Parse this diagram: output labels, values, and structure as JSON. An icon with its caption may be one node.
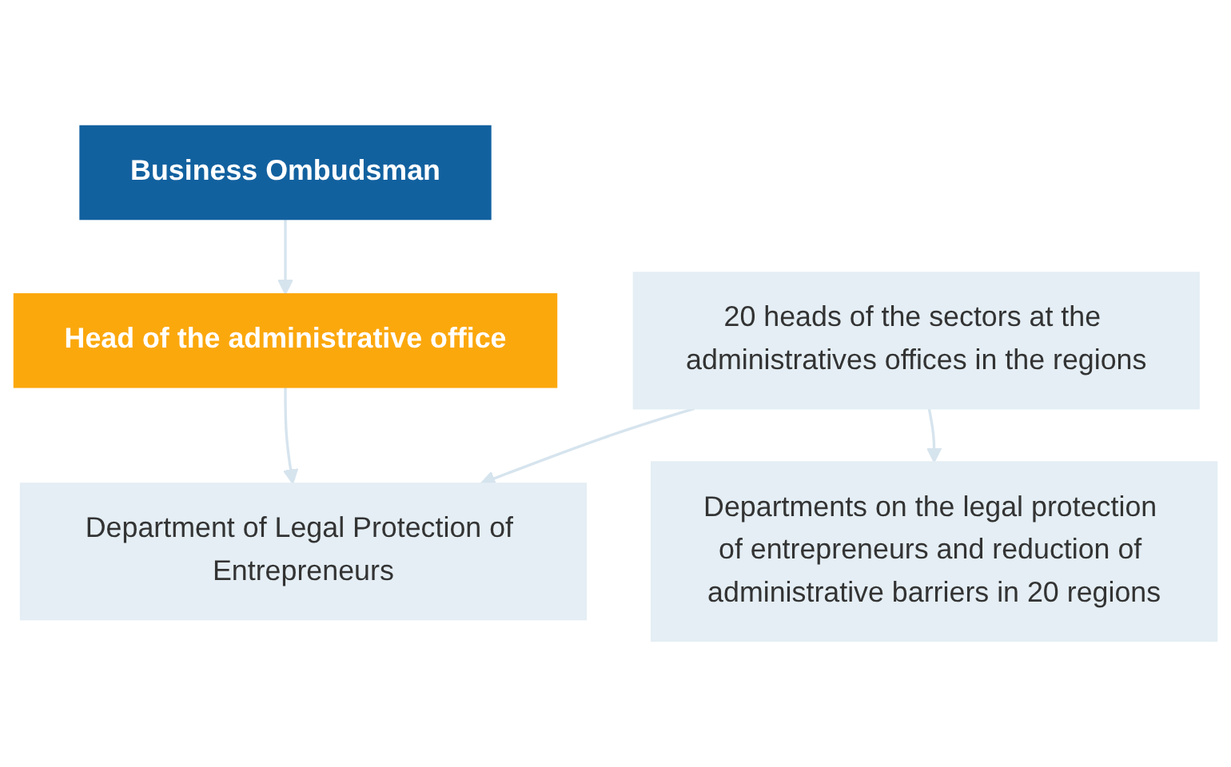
{
  "diagram": {
    "nodes": [
      {
        "text": [
          "Business Ombudsman"
        ]
      },
      {
        "text": [
          "Head of the administrative office"
        ]
      },
      {
        "text": [
          "Department of Legal Protection of Entrepreneurs"
        ]
      },
      {
        "text": [
          "20 heads of the sectors at the administratives offices in the regions"
        ]
      },
      {
        "text": [
          "Departments on the legal protection of entrepreneurs and reduction of administrative barriers in 20 regions"
        ]
      }
    ],
    "edges": [
      {
        "from": 0,
        "to": 1,
        "arrow": "to"
      },
      {
        "from": 1,
        "to": 2,
        "arrow": "to"
      },
      {
        "from": 3,
        "to": 2,
        "arrow": "to"
      },
      {
        "from": 3,
        "to": 4,
        "arrow": "to"
      }
    ]
  }
}
